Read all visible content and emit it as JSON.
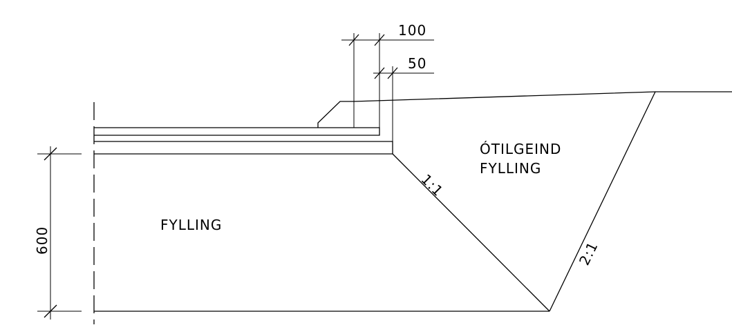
{
  "dimensions": {
    "width_100": "100",
    "width_50": "50",
    "height_600": "600"
  },
  "slopes": {
    "inner": "1:1",
    "outer": "2:1"
  },
  "labels": {
    "fill": "FYLLING",
    "unspecified_fill_line1": "ÓTILGEIND",
    "unspecified_fill_line2": "FYLLING"
  }
}
